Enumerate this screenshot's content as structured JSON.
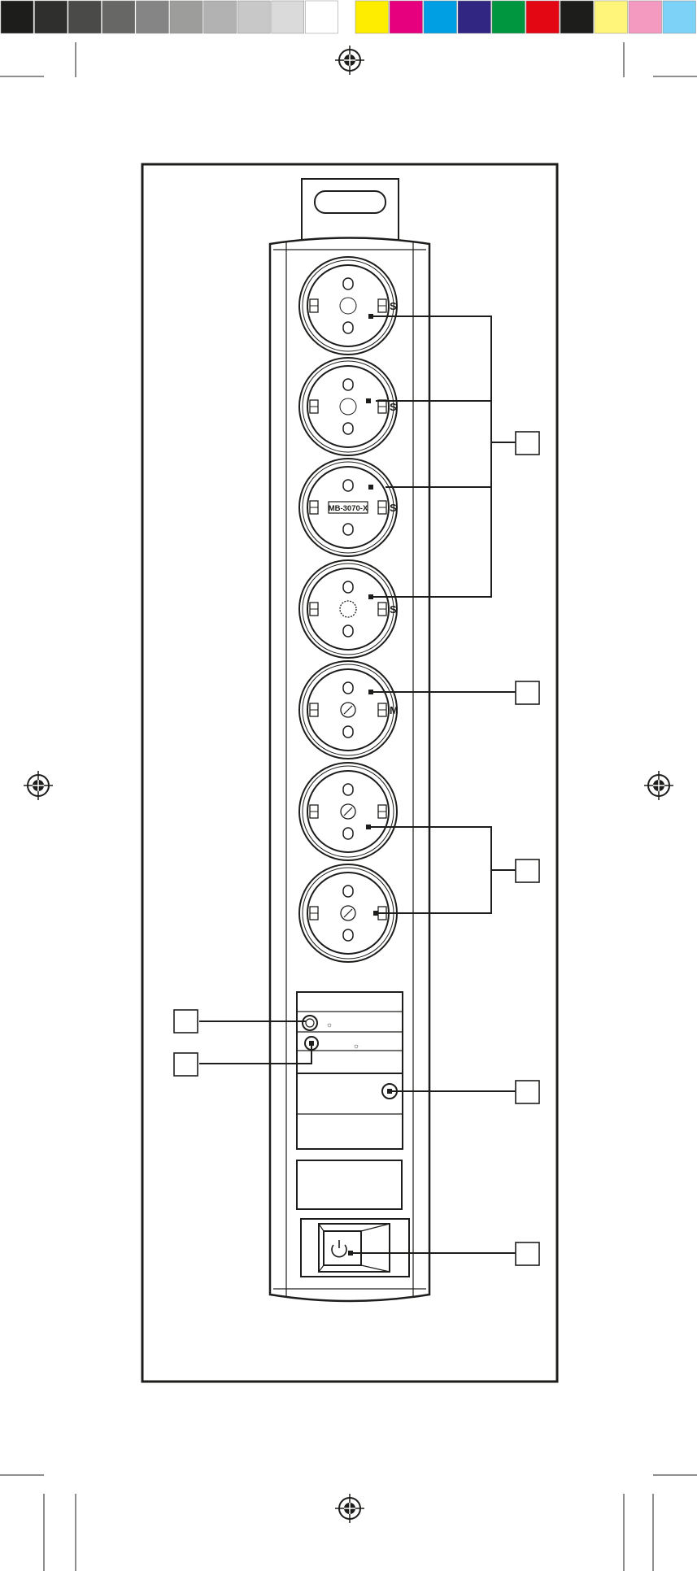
{
  "color_bar": {
    "swatches": [
      "#1d1d1b",
      "#2f2f2e",
      "#4a4a49",
      "#676766",
      "#858585",
      "#9d9d9c",
      "#b2b2b2",
      "#c8c8c8",
      "#dadada",
      "#ffffff",
      "#ffed00",
      "#e6007e",
      "#009fe3",
      "#312783",
      "#009640",
      "#e30613",
      "#1d1d1b",
      "#fff57a",
      "#f49ac1",
      "#7dd3f7"
    ]
  },
  "device": {
    "socket_letters": [
      "S",
      "S",
      "S",
      "S",
      "M",
      "",
      ""
    ],
    "model_label": "MB-3070-X",
    "icon_glyphs": {
      "surge_led": "☼",
      "ground_led": "☼"
    }
  },
  "callouts": {
    "boxes": [
      "",
      "",
      "",
      "",
      "",
      "",
      ""
    ]
  },
  "colors": {
    "ink": "#1d1d1b",
    "device_fill": "#ffffff"
  }
}
